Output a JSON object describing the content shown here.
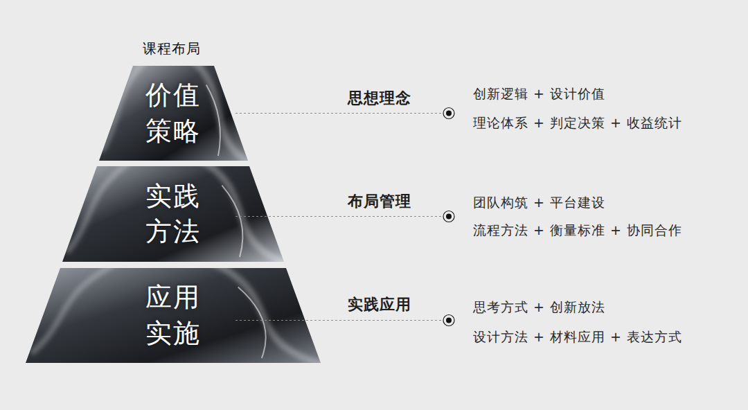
{
  "diagram": {
    "title": "课程布局",
    "nodes": [
      {
        "text": [
          "价值 策略"
        ]
      },
      {
        "text": [
          "实践 方法"
        ]
      },
      {
        "text": [
          "应用 实施"
        ]
      }
    ],
    "labels": [
      "思想理念",
      "创新逻辑 + 设计价值",
      "理论体系 + 判定决策 + 收益统计",
      "布局管理",
      "团队构筑 + 平台建设",
      "流程方法 + 衡量标准 + 协同合作",
      "实践应用",
      "思考方式 + 创新放法",
      "设计方法 + 材料应用 + 表达方式"
    ]
  }
}
